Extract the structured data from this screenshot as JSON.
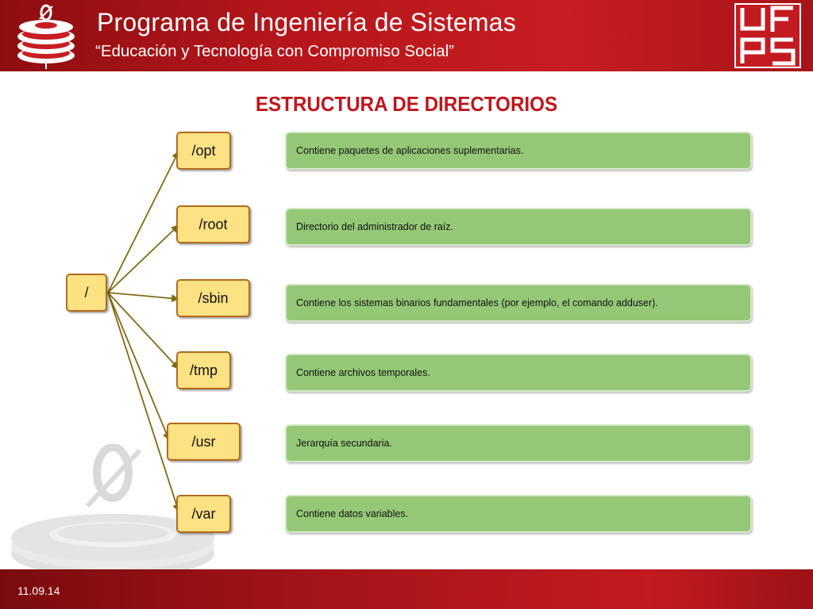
{
  "header": {
    "title": "Programa de Ingeniería de Sistemas",
    "subtitle": "“Educación y Tecnología con Compromiso Social”",
    "brand_color": "#c81d22"
  },
  "slide": {
    "title": "ESTRUCTURA DE DIRECTORIOS",
    "date": "11.09.14"
  },
  "diagram": {
    "root": "/",
    "children": [
      {
        "label": "/opt",
        "description": "Contiene paquetes de aplicaciones suplementarias."
      },
      {
        "label": "/root",
        "description": "Directorio del administrador de raíz."
      },
      {
        "label": "/sbin",
        "description": "Contiene los sistemas binarios fundamentales (por ejemplo, el comando adduser)."
      },
      {
        "label": "/tmp",
        "description": "Contiene archivos temporales."
      },
      {
        "label": "/usr",
        "description": "Jerarquía secundaria."
      },
      {
        "label": "/var",
        "description": "Contiene datos variables."
      }
    ],
    "colors": {
      "node_fill": "#fde284",
      "node_border": "#b26a1b",
      "description_fill": "#94c877",
      "connector": "#7f6a12"
    }
  }
}
